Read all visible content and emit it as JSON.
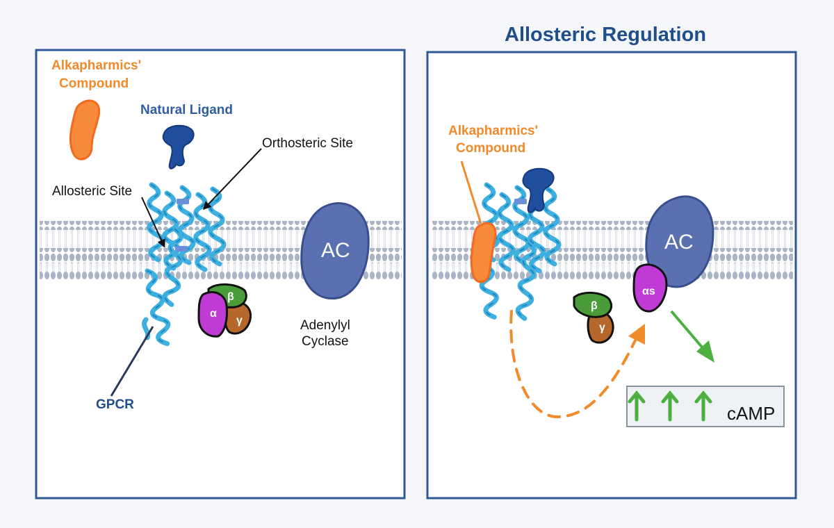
{
  "title": "Allosteric Regulation",
  "left_panel": {
    "compound_label_line1": "Alkapharmics'",
    "compound_label_line2": "Compound",
    "natural_ligand_label": "Natural Ligand",
    "orthosteric_label": "Orthosteric Site",
    "allosteric_label": "Allosteric Site",
    "ac_label": "AC",
    "adenylyl_line1": "Adenylyl",
    "adenylyl_line2": "Cyclase",
    "gpcr_label": "GPCR",
    "alpha": "α",
    "beta": "β",
    "gamma": "γ"
  },
  "right_panel": {
    "compound_label_line1": "Alkapharmics'",
    "compound_label_line2": "Compound",
    "ac_label": "AC",
    "alpha_s": "αs",
    "beta": "β",
    "gamma": "γ",
    "camp_label": "cAMP"
  },
  "colors": {
    "frame": "#2f5698",
    "gpcr": "#3eb0e0",
    "ligand": "#1f4e9e",
    "compound": "#f7893a",
    "ac": "#5b70b0",
    "alpha": "#c03ad6",
    "beta": "#4a9c3a",
    "gamma": "#b5672c",
    "membrane": "#a9b4c4",
    "arrow_green": "#4caf3f",
    "arrow_orange": "#f08a2a"
  }
}
